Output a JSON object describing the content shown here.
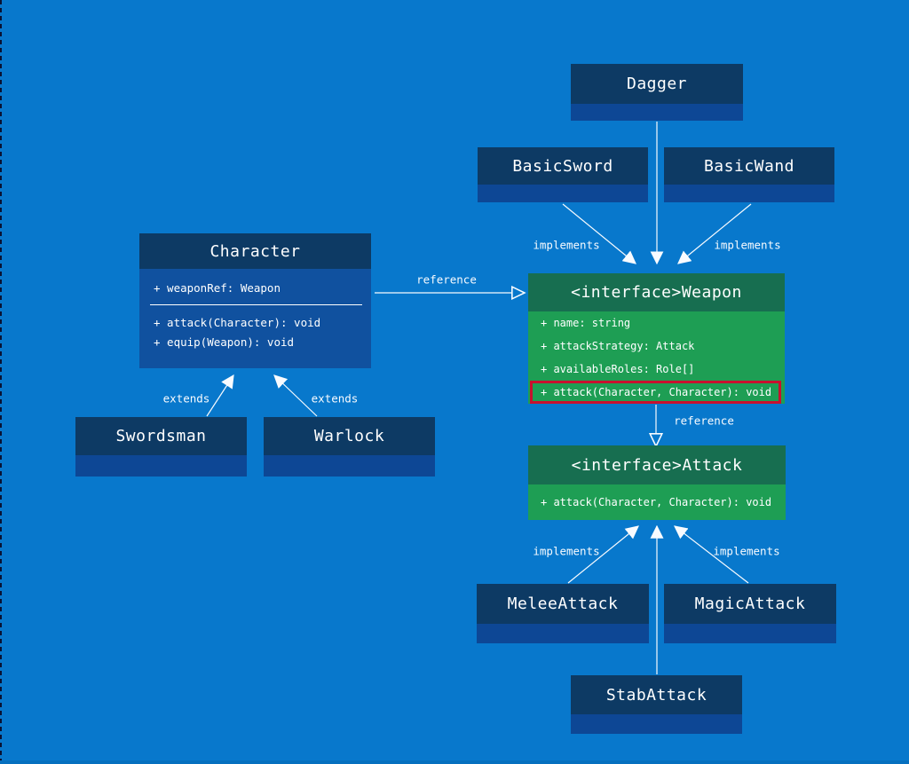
{
  "colors": {
    "background": "#0878cc",
    "class_header": "#0d3a64",
    "class_strip": "#0d4795",
    "class_body": "#10519f",
    "interface_header": "#176e50",
    "interface_body": "#1e9e54",
    "highlight_border": "#c8102e",
    "text": "#ffffff",
    "arrow": "#f8fbff"
  },
  "diagram": {
    "classes": {
      "dagger": {
        "title": "Dagger"
      },
      "basic_sword": {
        "title": "BasicSword"
      },
      "basic_wand": {
        "title": "BasicWand"
      },
      "character": {
        "title": "Character",
        "attributes": [
          "+ weaponRef: Weapon"
        ],
        "methods": [
          "+ attack(Character): void",
          "+ equip(Weapon): void"
        ]
      },
      "weapon_interface": {
        "title": "<interface>Weapon",
        "members": [
          "+ name: string",
          "+ attackStrategy: Attack",
          "+ availableRoles: Role[]",
          "+ attack(Character, Character): void"
        ]
      },
      "attack_interface": {
        "title": "<interface>Attack",
        "members": [
          "+ attack(Character, Character): void"
        ]
      },
      "swordsman": {
        "title": "Swordsman"
      },
      "warlock": {
        "title": "Warlock"
      },
      "melee_attack": {
        "title": "MeleeAttack"
      },
      "magic_attack": {
        "title": "MagicAttack"
      },
      "stab_attack": {
        "title": "StabAttack"
      }
    },
    "edge_labels": {
      "implements_top_left": "implements",
      "implements_top_right": "implements",
      "implements_bottom_left": "implements",
      "implements_bottom_right": "implements",
      "extends_left": "extends",
      "extends_right": "extends",
      "reference_character_weapon": "reference",
      "reference_weapon_attack": "reference"
    }
  }
}
